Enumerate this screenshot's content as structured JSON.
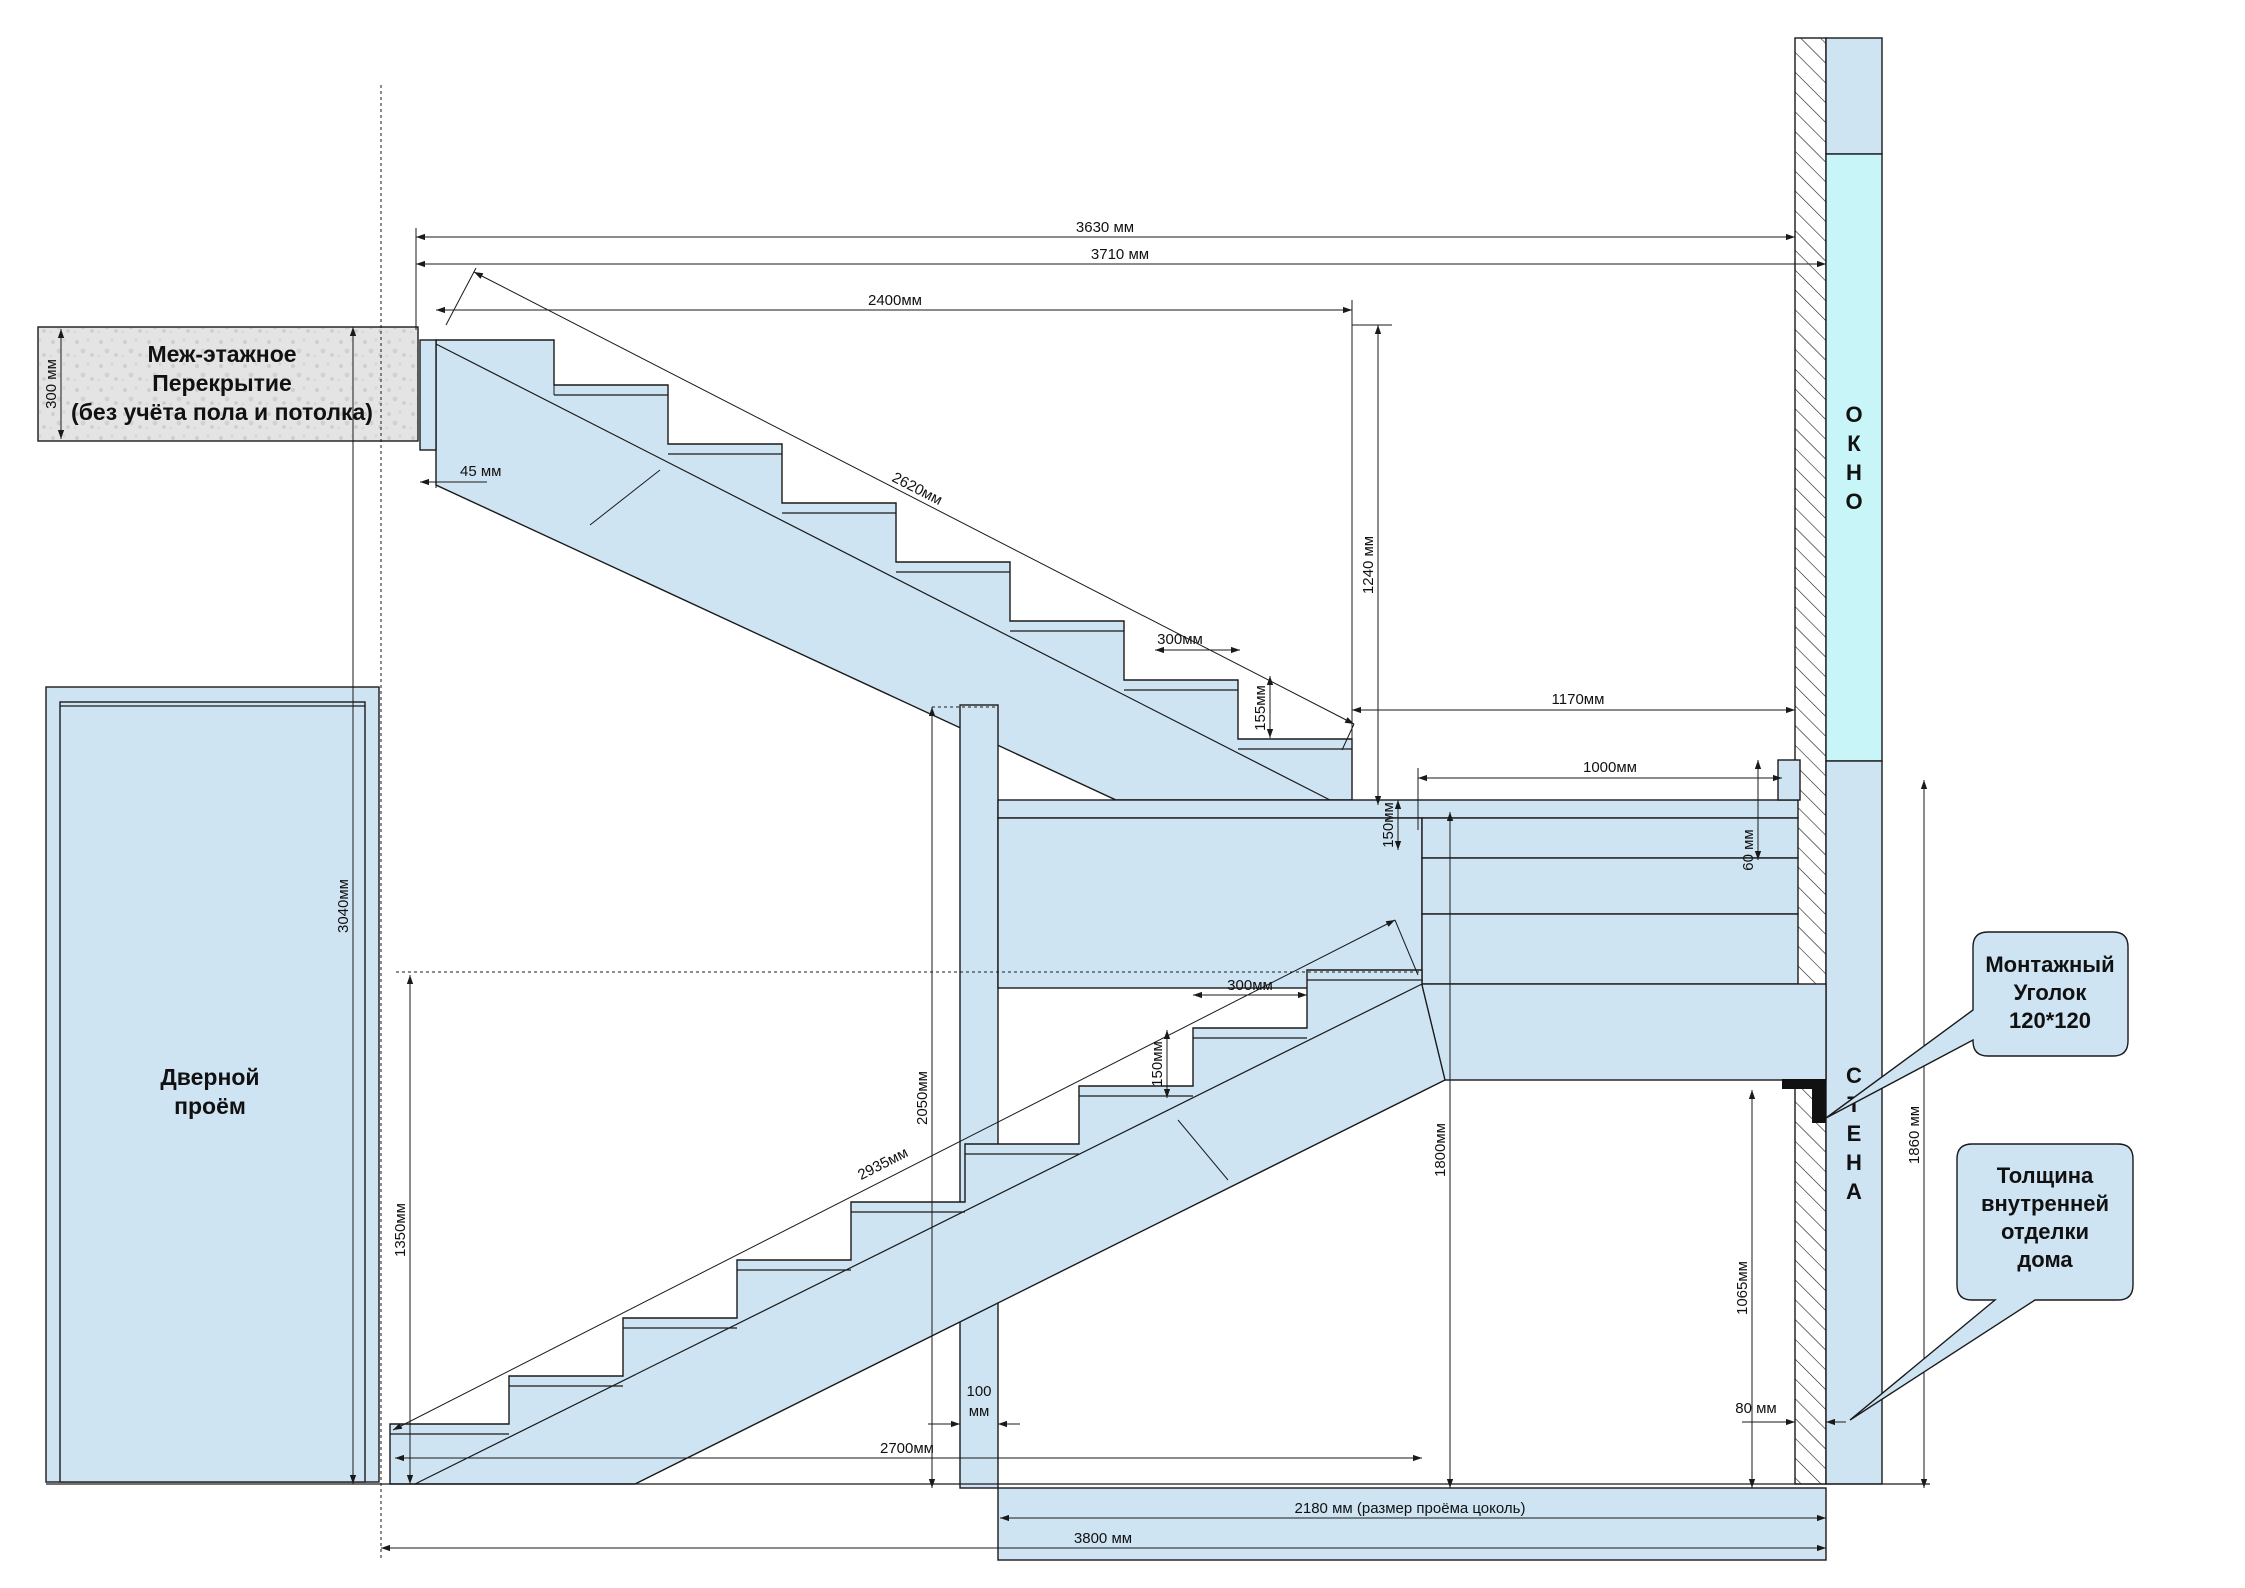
{
  "slab": {
    "line1": "Меж-этажное",
    "line2": "Перекрытие",
    "line3": "(без учёта пола и потолка)",
    "thickness": "300 мм"
  },
  "door": {
    "line1": "Дверной",
    "line2": "проём"
  },
  "window_letters": [
    "О",
    "К",
    "Н",
    "О"
  ],
  "wall_letters": [
    "С",
    "Т",
    "Е",
    "Н",
    "А"
  ],
  "callouts": {
    "bracket": {
      "line1": "Монтажный",
      "line2": "Уголок",
      "line3": "120*120"
    },
    "finish": {
      "line1": "Толщина",
      "line2": "внутренней",
      "line3": "отделки",
      "line4": "дома"
    }
  },
  "dimensions": {
    "d3630": "3630 мм",
    "d3710": "3710 мм",
    "d2400": "2400мм",
    "d2620": "2620мм",
    "d45": "45 мм",
    "d1240": "1240 мм",
    "d300_upper": "300мм",
    "d155": "155мм",
    "d1170": "1170мм",
    "d1000": "1000мм",
    "d150_landing": "150мм",
    "d60": "60 мм",
    "d3040": "3040мм",
    "d2050": "2050мм",
    "d300_lower": "300мм",
    "d150_lower": "150мм",
    "d2935": "2935мм",
    "d1800": "1800мм",
    "d1860": "1860 мм",
    "d1350": "1350мм",
    "d1065": "1065мм",
    "d100_a": "100",
    "d100_b": "мм",
    "d80": "80 мм",
    "d2700": "2700мм",
    "d2180": "2180 мм (размер проёма цоколь)",
    "d3800": "3800 мм"
  }
}
